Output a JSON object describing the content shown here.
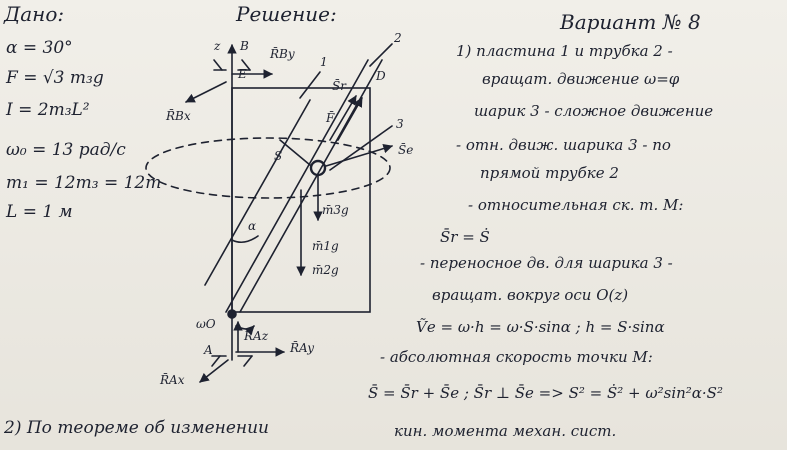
{
  "header": {
    "given": "Дано:",
    "solution": "Решение:",
    "variant": "Вариант № 8"
  },
  "given_list": [
    "α = 30°",
    "F = √3 m₃g",
    "I = 2m₃L²",
    "ω₀ = 13 рад/с",
    "m₁ = 12m₃ = 12m",
    "L = 1 м"
  ],
  "diagram_labels": {
    "z": "z",
    "b": "B",
    "r_by": "R̄By",
    "r_bx": "R̄Bx",
    "e": "E",
    "one": "1",
    "two": "2",
    "three": "3",
    "d": "D",
    "s": "S",
    "sr": "S̄r",
    "f": "F̄",
    "se": "S̄e",
    "alpha": "α",
    "m3g": "m̄3g",
    "m1g": "m̄1g",
    "m2g": "m̄2g",
    "omega_o": "ωO",
    "r_az": "R̄Az",
    "r_ay": "R̄Ay",
    "a": "A",
    "r_ax": "R̄Ax"
  },
  "solution_lines": [
    "1) пластина 1 и трубка 2 -",
    "вращат. движение ω=φ",
    "шарик 3 - сложное движение",
    "- отн. движ. шарика 3 - по",
    "прямой трубке 2",
    "- относительная ск. т. М:",
    "S̄r = Ṡ",
    "- переносное дв. для шарика 3 -",
    "вращат. вокруг оси O(z)",
    "Ṽe = ω·h = ω·S·sinα ;  h = S·sinα",
    "- абсолютная скорость точки М:",
    "S̄ = S̄r + S̄e ;  S̄r ⊥ S̄e => S² = Ṡ² + ω²sin²α·S²"
  ],
  "bottom_lines": [
    "2) По теореме об изменении",
    "кин. момента   механ. сист."
  ]
}
